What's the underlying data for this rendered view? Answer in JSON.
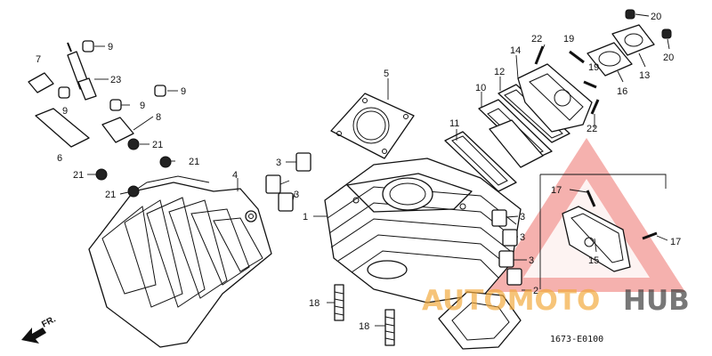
{
  "diagram": {
    "labels": [
      {
        "id": "label-1",
        "text": "1"
      },
      {
        "id": "label-2",
        "text": "2"
      },
      {
        "id": "label-3a",
        "text": "3"
      },
      {
        "id": "label-3b",
        "text": "3"
      },
      {
        "id": "label-3c",
        "text": "3"
      },
      {
        "id": "label-3d",
        "text": "3"
      },
      {
        "id": "label-3e",
        "text": "3"
      },
      {
        "id": "label-4",
        "text": "4"
      },
      {
        "id": "label-5",
        "text": "5"
      },
      {
        "id": "label-6",
        "text": "6"
      },
      {
        "id": "label-7",
        "text": "7"
      },
      {
        "id": "label-8",
        "text": "8"
      },
      {
        "id": "label-9a",
        "text": "9"
      },
      {
        "id": "label-9b",
        "text": "9"
      },
      {
        "id": "label-9c",
        "text": "9"
      },
      {
        "id": "label-9d",
        "text": "9"
      },
      {
        "id": "label-10",
        "text": "10"
      },
      {
        "id": "label-11",
        "text": "11"
      },
      {
        "id": "label-12",
        "text": "12"
      },
      {
        "id": "label-13",
        "text": "13"
      },
      {
        "id": "label-14",
        "text": "14"
      },
      {
        "id": "label-15",
        "text": "15"
      },
      {
        "id": "label-16",
        "text": "16"
      },
      {
        "id": "label-17a",
        "text": "17"
      },
      {
        "id": "label-17b",
        "text": "17"
      },
      {
        "id": "label-18",
        "text": "18"
      },
      {
        "id": "label-19a",
        "text": "19"
      },
      {
        "id": "label-19b",
        "text": "19"
      },
      {
        "id": "label-20a",
        "text": "20"
      },
      {
        "id": "label-20b",
        "text": "20"
      },
      {
        "id": "label-21a",
        "text": "21"
      },
      {
        "id": "label-21b",
        "text": "21"
      },
      {
        "id": "label-21c",
        "text": "21"
      },
      {
        "id": "label-21d",
        "text": "21"
      },
      {
        "id": "label-22a",
        "text": "22"
      },
      {
        "id": "label-22b",
        "text": "22"
      },
      {
        "id": "label-23",
        "text": "23"
      }
    ],
    "front_marker": "FR.",
    "diagram_code": "1673-E0100"
  },
  "watermark": {
    "brand_left": "AUTOMOTO",
    "brand_right": "HUB",
    "color_red": "#e8413b",
    "color_orange": "#f2a93b",
    "color_dark": "#3a3a3a"
  }
}
